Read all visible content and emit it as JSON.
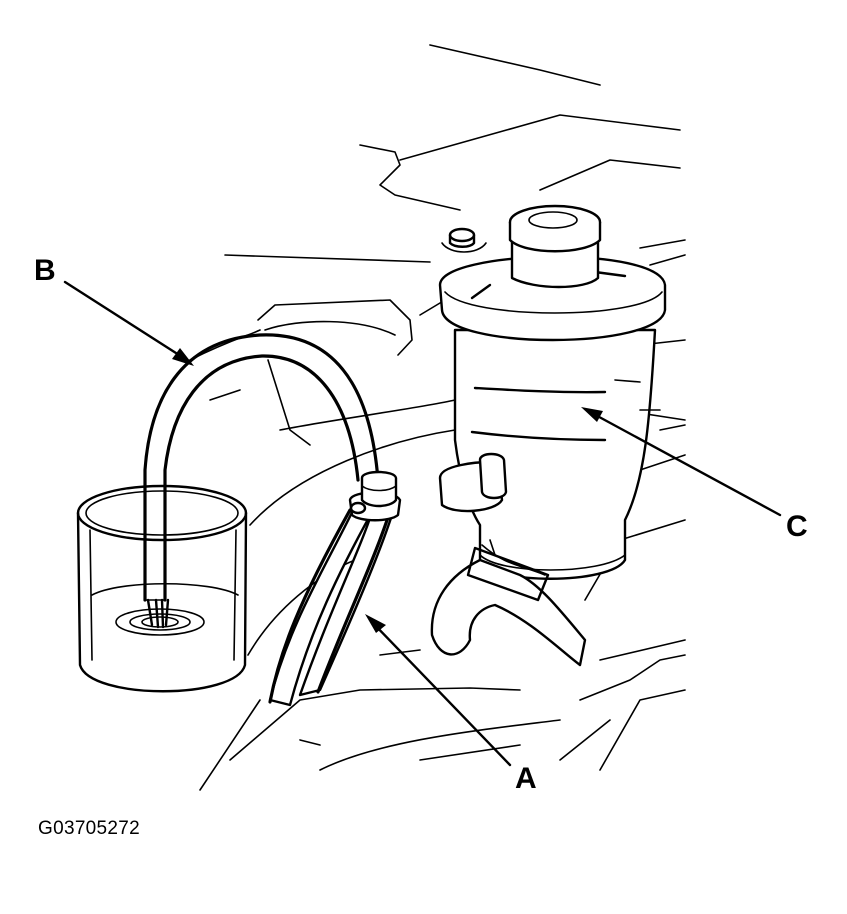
{
  "callouts": {
    "a": "A",
    "b": "B",
    "c": "C"
  },
  "figure_id": "G03705272",
  "colors": {
    "line": "#000000",
    "background": "#ffffff"
  }
}
